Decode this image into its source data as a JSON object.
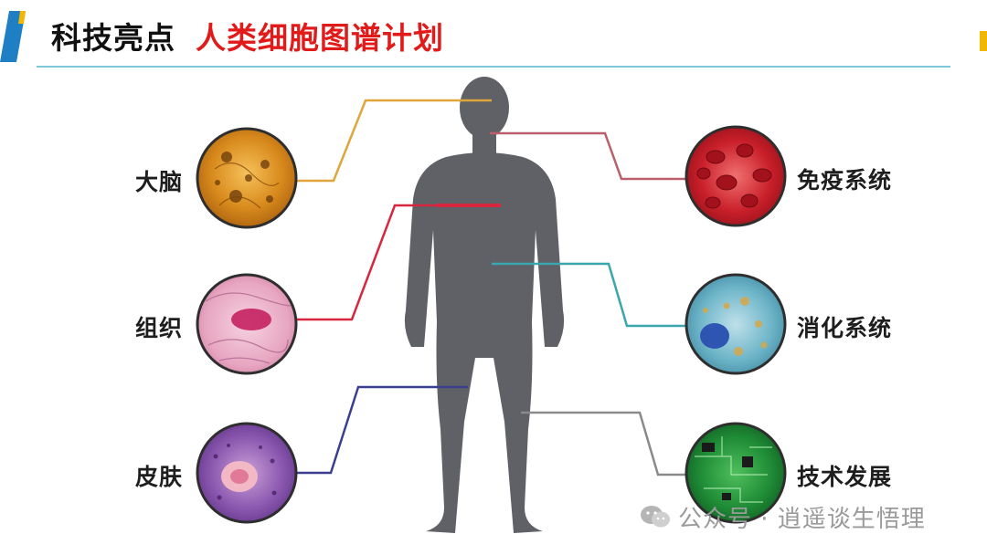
{
  "header": {
    "title": "科技亮点",
    "subtitle": "人类细胞图谱计划"
  },
  "diagram": {
    "left_items": [
      {
        "label": "大脑"
      },
      {
        "label": "组织"
      },
      {
        "label": "皮肤"
      }
    ],
    "right_items": [
      {
        "label": "免疫系统"
      },
      {
        "label": "消化系统"
      },
      {
        "label": "技术发展"
      }
    ],
    "line_colors": {
      "brain": "#e0a53a",
      "tissue": "#d7263d",
      "skin": "#3b3f8f",
      "immune": "#b9606b",
      "digestive": "#3aa6ad",
      "technology": "#8a8a8a"
    },
    "figure_color": "#5f6166"
  },
  "watermark": {
    "text": "公众号 · 逍遥谈生悟理",
    "icon": "wechat-icon"
  },
  "colors": {
    "title": "#111111",
    "subtitle": "#e11a1a",
    "rule": "#7ec6dc",
    "accent_blue": "#1f7fc4",
    "accent_yellow": "#f2b705"
  }
}
